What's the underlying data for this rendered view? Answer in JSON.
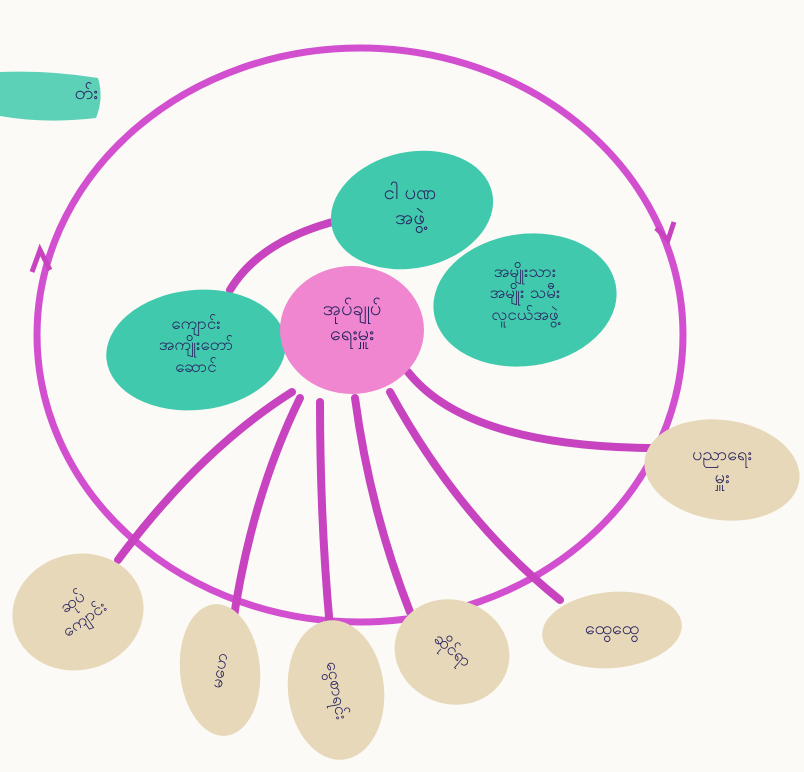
{
  "colors": {
    "paper": "#fbfaf6",
    "circle_stroke": "#d24fd0",
    "connector": "#c743bf",
    "teal_node": "#40c9ad",
    "pink_center": "#ef86cf",
    "beige_node": "#e6d8b8",
    "ink": "#2a2461"
  },
  "diagram": {
    "corner_tag": "တ်း",
    "center": "အုပ်ချုပ်\nရေးမှူး",
    "inner_nodes": [
      {
        "id": "top",
        "label": "ငါ ပဏ\nအဖွဲ့"
      },
      {
        "id": "right",
        "label": "အမျိုးသား\nအမျိုး သမီး\nလူငယ်အဖွဲ့"
      },
      {
        "id": "left",
        "label": "ကျောင်း\nအကျိုးတော်\nဆောင်"
      }
    ],
    "outer_nodes": [
      {
        "id": "o1",
        "label": "ပညာရေး\nမှူး"
      },
      {
        "id": "o2",
        "label": "ထွေထွေ"
      },
      {
        "id": "o3",
        "label": "ဆိုင်ရာ"
      },
      {
        "id": "o4",
        "label": "ငွေစာရင်း"
      },
      {
        "id": "o5",
        "label": "မဟေ"
      },
      {
        "id": "o6",
        "label": "ဆုပ်\nကျောင်း"
      }
    ]
  }
}
